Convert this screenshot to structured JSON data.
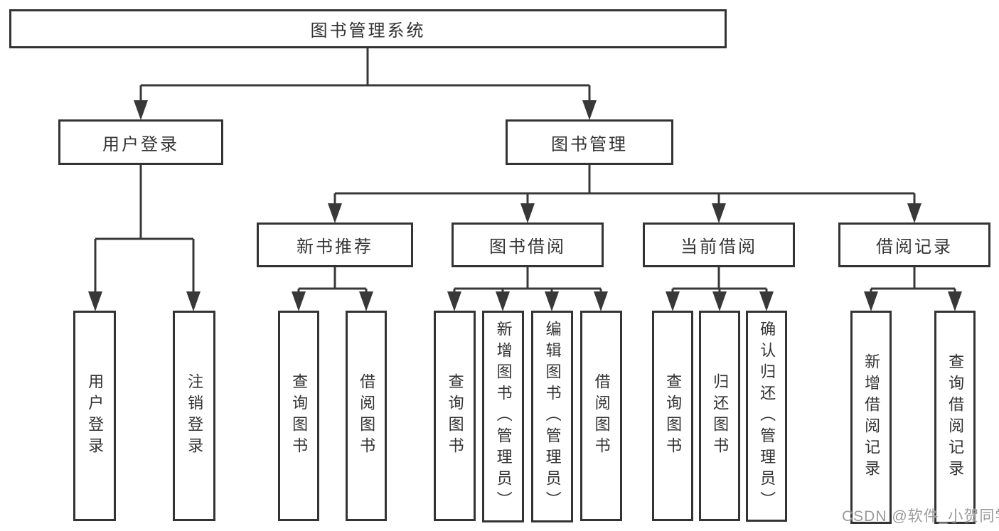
{
  "tree": {
    "label": "图书管理系统",
    "children": [
      {
        "label": "用户登录",
        "children": [
          {
            "label": "用户登录"
          },
          {
            "label": "注销登录"
          }
        ]
      },
      {
        "label": "图书管理",
        "children": [
          {
            "label": "新书推荐",
            "children": [
              {
                "label": "查询图书"
              },
              {
                "label": "借阅图书"
              }
            ]
          },
          {
            "label": "图书借阅",
            "children": [
              {
                "label": "查询图书"
              },
              {
                "label": "新增图书（管理员）"
              },
              {
                "label": "编辑图书（管理员）"
              },
              {
                "label": "借阅图书"
              }
            ]
          },
          {
            "label": "当前借阅",
            "children": [
              {
                "label": "查询图书"
              },
              {
                "label": "归还图书"
              },
              {
                "label": "确认归还（管理员）"
              }
            ]
          },
          {
            "label": "借阅记录",
            "children": [
              {
                "label": "新增借阅记录"
              },
              {
                "label": "查询借阅记录"
              }
            ]
          }
        ]
      }
    ]
  },
  "watermark": {
    "text": "CSDN @软件_小贺同学"
  },
  "colors": {
    "line": "#383838",
    "box_border": "#333333",
    "text": "#333333",
    "watermark_text": "#9a9a9a",
    "background": "#ffffff"
  }
}
